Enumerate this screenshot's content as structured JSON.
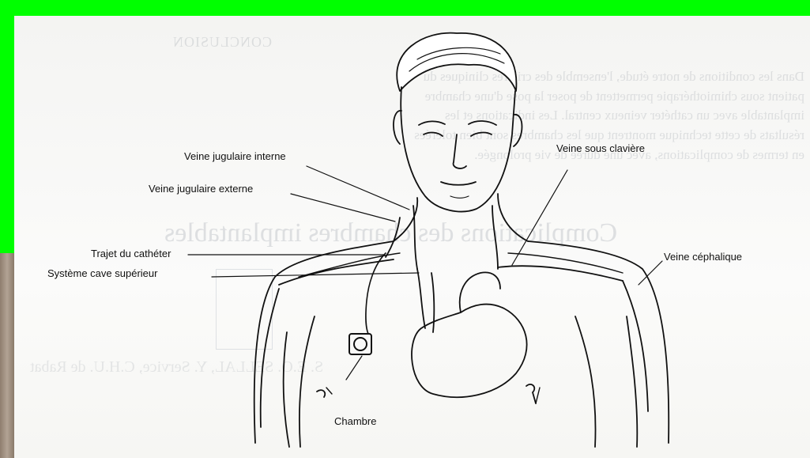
{
  "labels": {
    "veine_jugulaire_interne": "Veine jugulaire interne",
    "veine_jugulaire_externe": "Veine jugulaire externe",
    "trajet_du_catheter": "Trajet du cathéter",
    "systeme_cave_superieur": "Système cave supérieur",
    "veine_sous_claviere": "Veine sous clavière",
    "veine_cephalique": "Veine céphalique",
    "chambre": "Chambre"
  },
  "background_text": {
    "title": "CONCLUSION",
    "paragraph": "Dans les conditions de notre étude, l'ensemble des critères cliniques du\npatient sous chimiothérapie permettent de poser la pose d'une chambre\nimplantable avec un cathéter veineux central. Les indications et les\nrésultats de cette technique montrent que les chambres sont bien tolérées\nen termes de complications, avec une durée de vie prolongée.",
    "big_heading": "Complications des chambres implantables",
    "bottom": "S. E.O. SELLAL, Y. Service, C.H.U. de Rabat"
  },
  "colors": {
    "frame_green": "#00ff00",
    "ink": "#111111"
  }
}
